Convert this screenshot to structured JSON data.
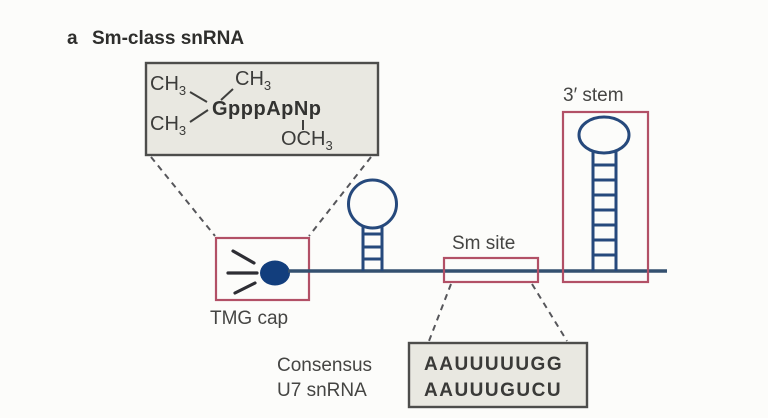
{
  "panel": {
    "letter": "a",
    "title": "Sm-class snRNA"
  },
  "cap_structure": {
    "methyl_prefix": "CH",
    "methyl_subscript": "3",
    "core": "GpppApNp",
    "omethyl_prefix": "OCH",
    "omethyl_subscript": "3"
  },
  "labels": {
    "tmg_cap": "TMG cap",
    "sm_site": "Sm site",
    "three_prime_stem": "3′ stem",
    "consensus_caption_line1": "Consensus",
    "consensus_caption_line2": "U7 snRNA"
  },
  "sequences": {
    "consensus_sm_site": "AAUUUUUGG",
    "u7_sm_site": "AAUUUGUCU"
  },
  "colors": {
    "rna_stroke": "#26497c",
    "cap_fill": "#123e7d",
    "highlight_box_red": "#b25066",
    "panel_box_fill": "#e9e8e1",
    "panel_box_border": "#4d4d4b",
    "text": "#3d3d3b"
  }
}
